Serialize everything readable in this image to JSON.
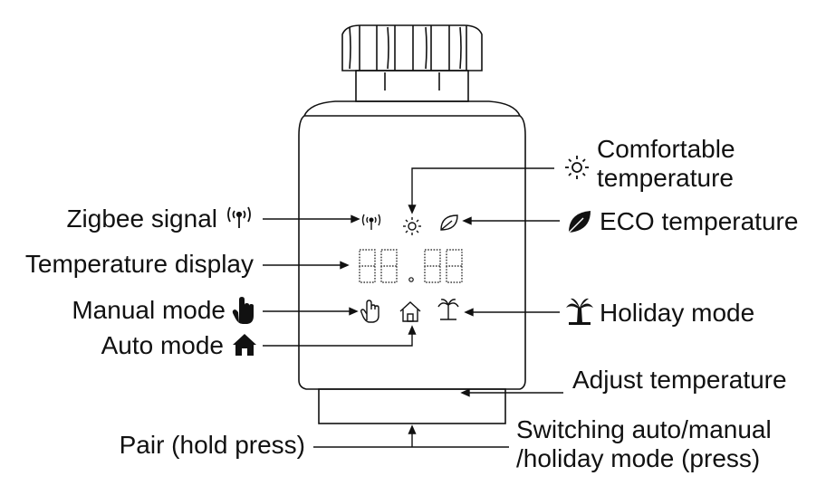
{
  "labels": {
    "zigbee_signal": "Zigbee signal",
    "temperature_display": "Temperature display",
    "manual_mode": "Manual mode",
    "auto_mode": "Auto mode",
    "pair": "Pair (hold press)",
    "comfortable_line1": "Comfortable",
    "comfortable_line2": "temperature",
    "eco_temperature": "ECO temperature",
    "holiday_mode": "Holiday mode",
    "adjust_temperature": "Adjust temperature",
    "switching_line1": "Switching auto/manual",
    "switching_line2": "/holiday mode (press)"
  },
  "icons": [
    "signal-icon",
    "sun-icon",
    "leaf-icon",
    "hand-icon",
    "home-icon",
    "palm-tree-icon"
  ],
  "colors": {
    "ink": "#111111",
    "background": "#ffffff"
  }
}
